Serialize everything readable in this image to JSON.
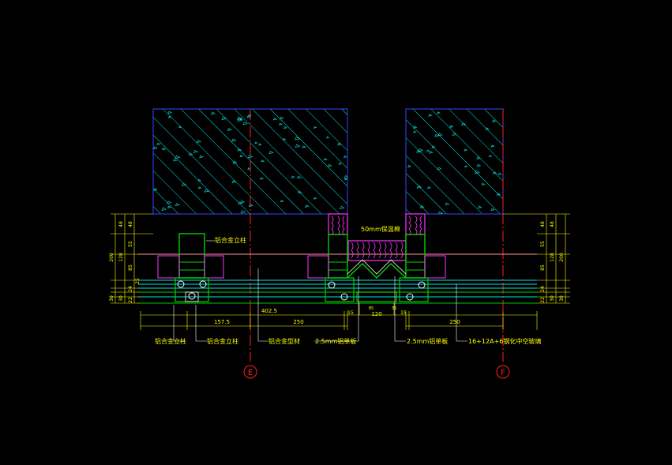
{
  "grid_labels": {
    "left": "E",
    "right": "F"
  },
  "bottom_dimensions": {
    "d157_5": "157.5",
    "d402_5": "402.5",
    "d250_left": "250",
    "d15_left": "15",
    "d120": "120",
    "d15_right": "15",
    "d250_right": "250",
    "d85": "85",
    "d35": "35"
  },
  "left_dimensions": {
    "d200": "200",
    "d128": "128",
    "d48a": "48",
    "d48b": "48",
    "d55": "55",
    "d85": "85",
    "d25": "25",
    "d24": "24",
    "d22": "22",
    "d30a": "30",
    "d30b": "30"
  },
  "right_dimensions": {
    "d200": "200",
    "d128": "128",
    "d48a": "48",
    "d48b": "48",
    "d55": "55",
    "d85": "85",
    "d24": "24",
    "d22": "22",
    "d30a": "30",
    "d30b": "30"
  },
  "callouts": {
    "insulation": "50mm保温棉",
    "sheet_left": "2.5mm铝单板",
    "sheet_right": "2.5mm铝单板",
    "glass": "16+12A+6钢化中空玻璃",
    "left_a": "铝合金立柱",
    "left_b": "铝合金立柱",
    "left_c": "铝合金型材",
    "post_note": "铝合金立柱"
  },
  "colors": {
    "hatch": "#00e5e5",
    "frame": "#00d000",
    "dimension": "#ffff00",
    "axis": "#ff2020",
    "insulation": "#ff33ff",
    "outline": "#3344ff"
  }
}
